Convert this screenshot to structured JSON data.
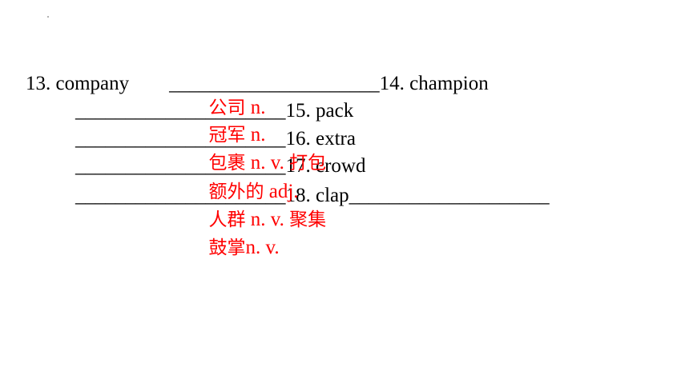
{
  "exercise": {
    "line1": "13. company        _____________________14. champion",
    "line2": "_____________________15. pack",
    "line3": "_____________________16. extra",
    "line4": "_____________________17. crowd",
    "line5": "_____________________18. clap____________________"
  },
  "answers": {
    "a13": {
      "zh": "公司",
      "pos": " n."
    },
    "a14": {
      "zh": "冠军",
      "pos": " n."
    },
    "a15": {
      "zh": "包裹",
      "pos": " n. v. ",
      "zh2": "打包"
    },
    "a16": {
      "zh": "额外的",
      "pos": " adj."
    },
    "a17": {
      "zh": "人群",
      "pos": " n. v. ",
      "zh2": "聚集"
    },
    "a18": {
      "zh": "鼓掌",
      "pos": "n. v."
    }
  },
  "colors": {
    "text": "#000000",
    "answer": "#ff0000"
  }
}
